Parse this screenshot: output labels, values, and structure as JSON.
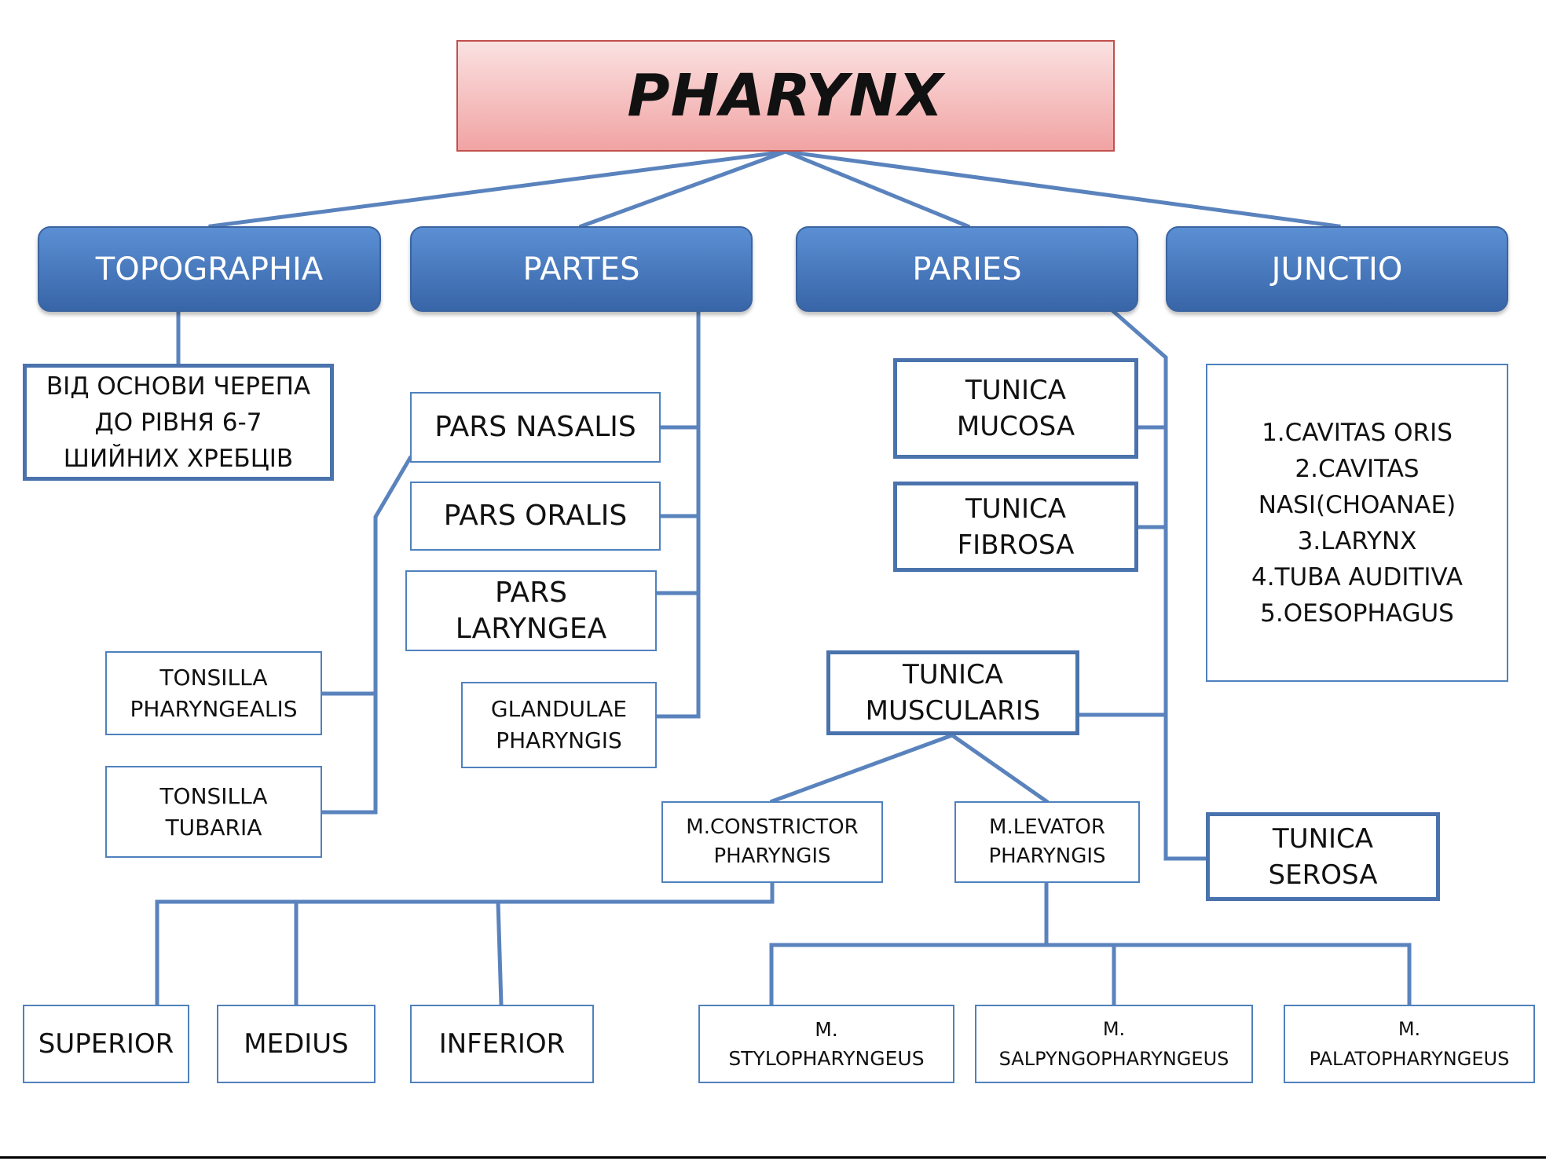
{
  "title": "PHARYNX",
  "categories": {
    "topographia": "TOPOGRAPHIA",
    "partes": "PARTES",
    "paries": "PARIES",
    "junctio": "JUNCTIO"
  },
  "topographia": {
    "text": "ВІД ОСНОВИ ЧЕРЕПА\nДО РІВНЯ 6-7\nШИЙНИХ ХРЕБЦІВ"
  },
  "partes": {
    "pars_nasalis": "PARS NASALIS",
    "pars_oralis": "PARS ORALIS",
    "pars_laryngea": "PARS\nLARYNGEA",
    "glandulae": "GLANDULAE\nPHARYNGIS",
    "tonsilla_pharyngealis": "TONSILLA\nPHARYNGEALIS",
    "tonsilla_tubaria": "TONSILLA\nTUBARIA"
  },
  "paries": {
    "tunica_mucosa": "TUNICA\nMUCOSA",
    "tunica_fibrosa": "TUNICA\nFIBROSA",
    "tunica_muscularis": "TUNICA\nMUSCULARIS",
    "tunica_serosa": "TUNICA\nSEROSA",
    "constrictor": "M.CONSTRICTOR\nPHARYNGIS",
    "levator": "M.LEVATOR\nPHARYNGIS",
    "superior": "SUPERIOR",
    "medius": "MEDIUS",
    "inferior": "INFERIOR",
    "stylopharyngeus": "M.\nSTYLOPHARYNGEUS",
    "salpyngopharyngeus": "M.\nSALPYNGOPHARYNGEUS",
    "palatopharyngeus": "M.\nPALATOPHARYNGEUS"
  },
  "junctio": {
    "text": "1.CAVITAS ORIS\n2.CAVITAS\nNASI(CHOANAE)\n3.LARYNX\n4.TUBA AUDITIVA\n5.OESOPHAGUS"
  },
  "colors": {
    "connector": "#5a83bd",
    "category_fill": "#4a7bc3",
    "title_fill": "#f5b8b8",
    "title_border": "#c0504d"
  }
}
